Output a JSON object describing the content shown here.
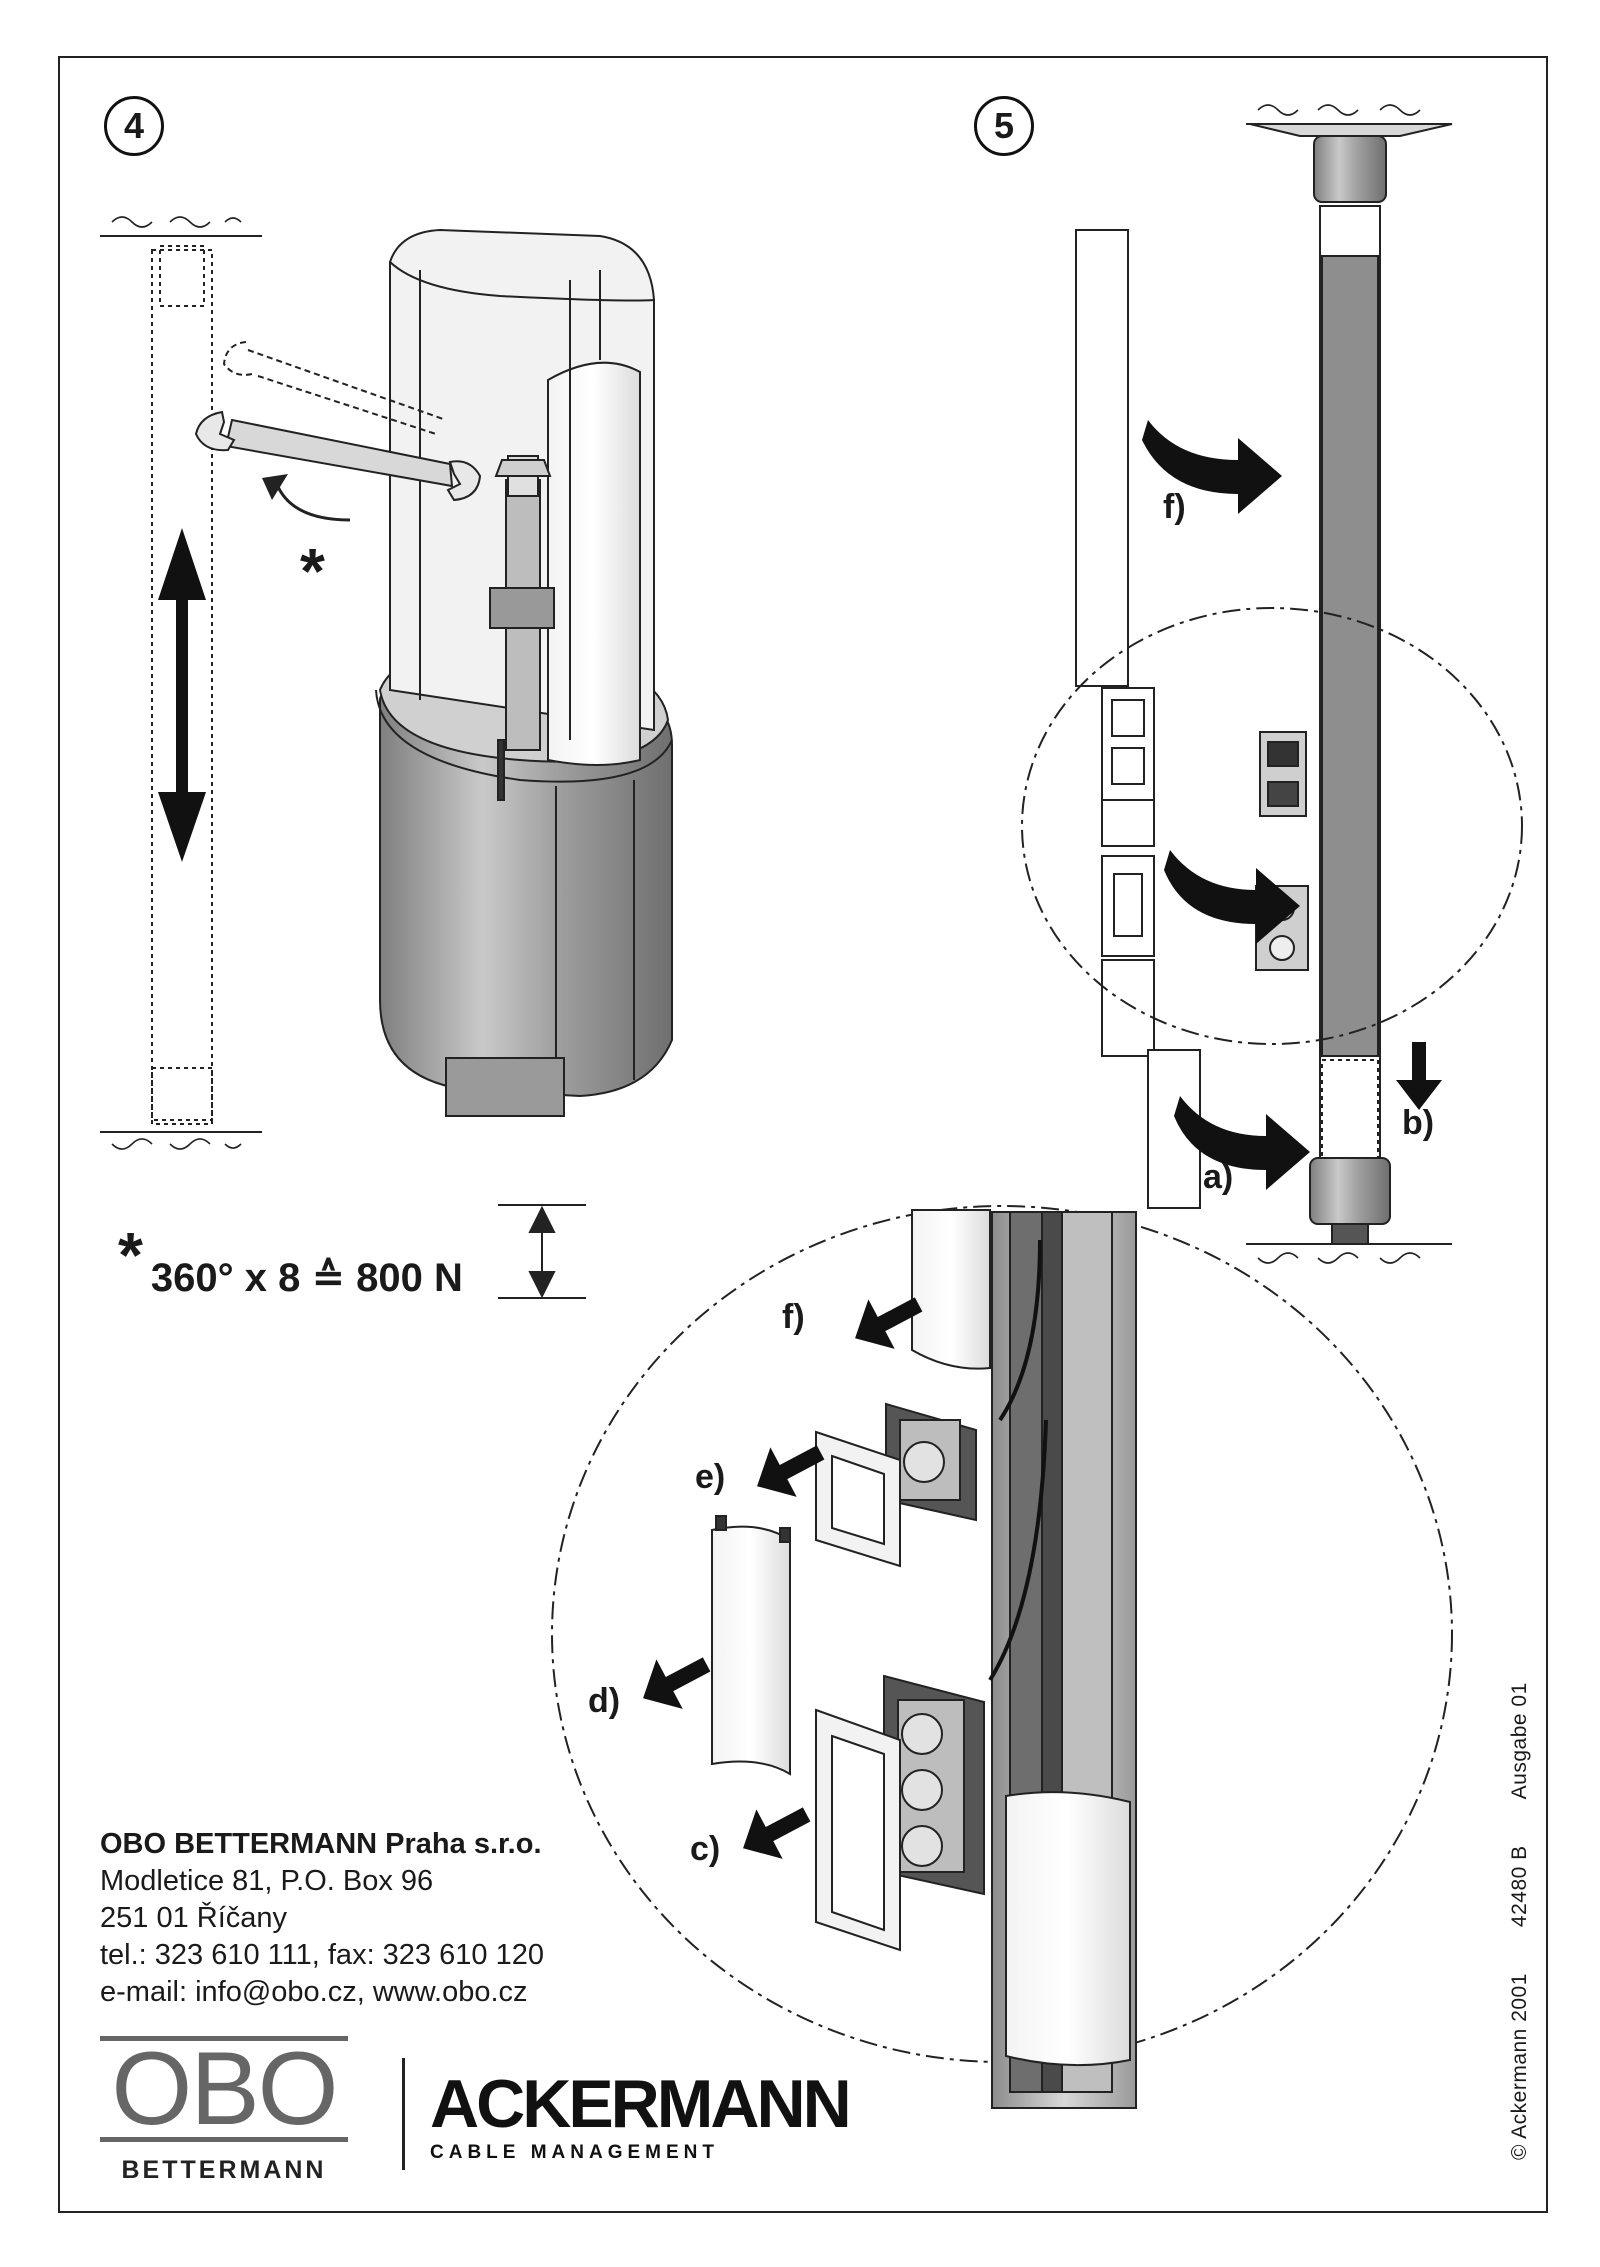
{
  "steps": {
    "step4": "4",
    "step5": "5"
  },
  "callouts": {
    "a": "a)",
    "b": "b)",
    "c": "c)",
    "d": "d)",
    "e": "e)",
    "f_upper": "f)",
    "f_lower": "f)"
  },
  "torque": {
    "asterisk": "*",
    "label_asterisk": "*",
    "text": "360° x 8 ≙ 800 N"
  },
  "address": {
    "company": "OBO BETTERMANN Praha s.r.o.",
    "line1": "Modletice 81, P.O. Box 96",
    "line2": "251 01 Říčany",
    "line3": "tel.: 323 610 111, fax: 323 610 120",
    "line4": "e-mail: info@obo.cz, www.obo.cz"
  },
  "logos": {
    "obo_word": "OBO",
    "obo_sub": "BETTERMANN",
    "ack_word": "ACKERMANN",
    "ack_sub": "CABLE MANAGEMENT"
  },
  "side_text": {
    "copyright": "© Ackermann 2001",
    "code": "42480 B",
    "edition": "Ausgabe 01"
  },
  "colors": {
    "line": "#222222",
    "metal": "#a8a8a8",
    "metal_dark": "#8a8a8a",
    "metal_light": "#d4d4d4"
  }
}
